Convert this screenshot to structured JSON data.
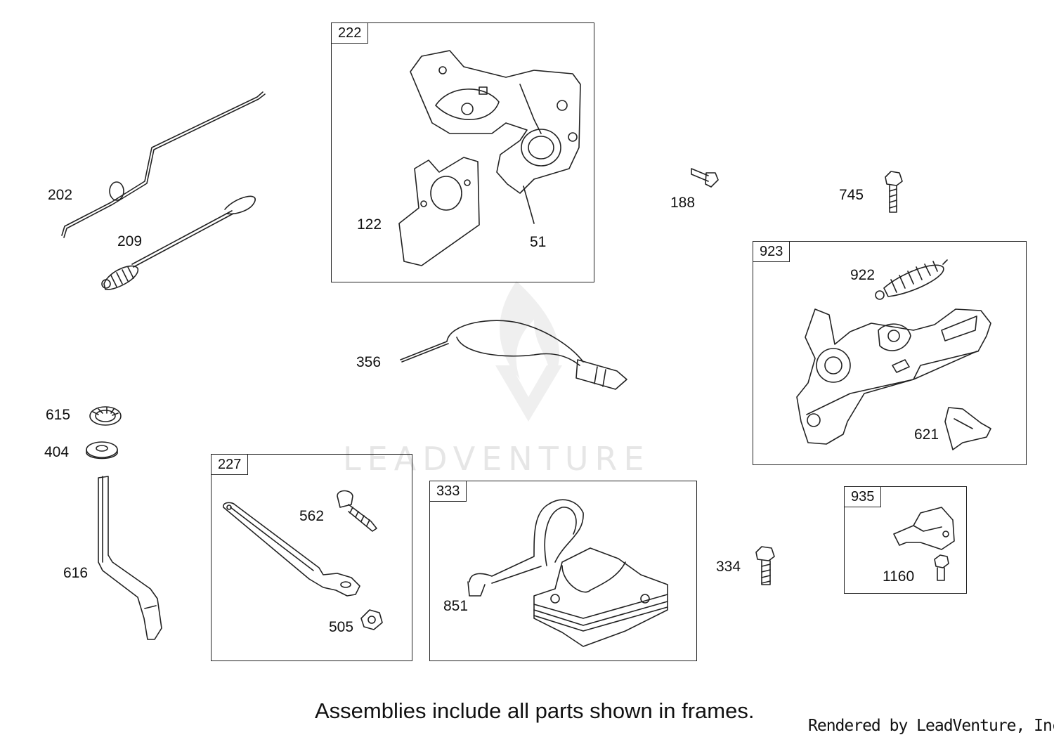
{
  "frames": {
    "f222": "222",
    "f923": "923",
    "f227": "227",
    "f333": "333",
    "f935": "935"
  },
  "callouts": {
    "c202": "202",
    "c209": "209",
    "c122": "122",
    "c51": "51",
    "c188": "188",
    "c745": "745",
    "c922": "922",
    "c621": "621",
    "c356": "356",
    "c615": "615",
    "c404": "404",
    "c616": "616",
    "c562": "562",
    "c505": "505",
    "c851": "851",
    "c334": "334",
    "c1160": "1160"
  },
  "watermark": "LEADVENTURE",
  "note": "Assemblies include all parts shown in frames.",
  "credit": "Rendered by LeadVenture, Inc.",
  "colors": {
    "line": "#222222",
    "watermark": "#e6e6e6",
    "background": "#ffffff"
  }
}
